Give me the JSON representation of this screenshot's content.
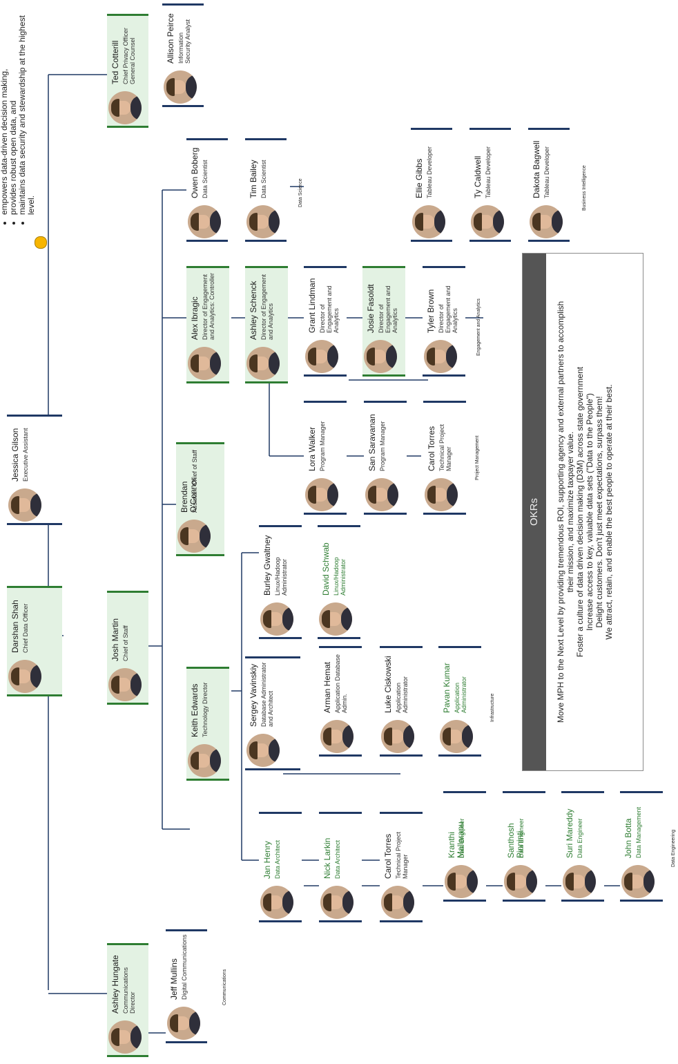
{
  "vision": {
    "bullets": [
      "empowers data-driven decision making,",
      "provides robust open data, and",
      "maintains data security and stewardship at the highest level."
    ]
  },
  "okrs": {
    "heading": "OKRs",
    "lines": [
      "Move MPH to the Next Level by providing tremendous ROI, supporting agency and external partners to accomplish",
      "their mission, and maximize taxpayer value.",
      "Foster a culture of data driven decision making (D3M) across state government",
      "Increase access to key, valuable data sets (\"Data to the People\")",
      "Delight customers. Don't just meet expectations, surpass them!",
      "We attract, retain, and enable the best people to operate at their best."
    ]
  },
  "groups": {
    "data_science": "Data Science",
    "business_intelligence": "Business Intelligence",
    "engagement_analytics": "Engagement and Analytics",
    "project_management": "Project Management",
    "infrastructure": "Infrastructure",
    "data_engineering": "Data Engineering",
    "communications": "Communications"
  },
  "people": {
    "darshan": {
      "name": "Darshan Shah",
      "title": "Chief Data Officer"
    },
    "jessica": {
      "name": "Jessica Gilson",
      "title": "Executive Assistant"
    },
    "ted": {
      "name": "Ted Cotterill",
      "title": "Chief Privacy Officer General Counsel"
    },
    "allison": {
      "name": "Allison Peirce",
      "title": "Information Security Analyst"
    },
    "josh": {
      "name": "Josh Martin",
      "title": "Chief of Staff"
    },
    "ashley_h": {
      "name": "Ashley Hungate",
      "title": "Communications Director"
    },
    "jeff": {
      "name": "Jeff Mullins",
      "title": "Digital Communications"
    },
    "owen": {
      "name": "Owen Boberg",
      "title": "Data Scientist"
    },
    "tim": {
      "name": "Tim Bailey",
      "title": "Data Scientist"
    },
    "alex": {
      "name": "Alex Ibragic",
      "title": "Director of Engagement and Analytics: Controller"
    },
    "ashley_s": {
      "name": "Ashley Schenck",
      "title": "Director of Engagement and Analytics"
    },
    "grant": {
      "name": "Grant Lindman",
      "title": "Director of Engagement and Analytics"
    },
    "josie": {
      "name": "Josie Fasoldt",
      "title": "Director of Engagement and Analytics"
    },
    "tyler": {
      "name": "Tyler Brown",
      "title": "Director of Engagement and Analytics"
    },
    "ellie": {
      "name": "Ellie Gibbs",
      "title": "Tableau Developer"
    },
    "ty": {
      "name": "Ty Caldwell",
      "title": "Tableau Developer"
    },
    "dakota": {
      "name": "Dakota Bagwell",
      "title": "Tableau Developer"
    },
    "brendan": {
      "name": "Brendan O'Connor",
      "title": "Assistant Chief of Staff"
    },
    "lora": {
      "name": "Lora Walker",
      "title": "Program Manager"
    },
    "san": {
      "name": "San Saravanan",
      "title": "Program Manager"
    },
    "carol_pm": {
      "name": "Carol Torres",
      "title": "Technical Project Manager"
    },
    "keith": {
      "name": "Keith Edwards",
      "title": "Technology Director"
    },
    "burley": {
      "name": "Burley Gwaltney",
      "title": "Linux/Hadoop Administrator"
    },
    "david": {
      "name": "David Schwab",
      "title": "Linux/Hadoop Administrator"
    },
    "sergey": {
      "name": "Sergey Vavinskiy",
      "title": "Database Administrator and Architect"
    },
    "arman": {
      "name": "Arman Hemat",
      "title": "Application Database Admin."
    },
    "luke": {
      "name": "Luke Ciskowski",
      "title": "Application Administrator"
    },
    "pavan": {
      "name": "Pavan Kumar",
      "title": "Application Administrator"
    },
    "jan": {
      "name": "Jan Henry",
      "title": "Data Architect"
    },
    "nick": {
      "name": "Nick Larkin",
      "title": "Data Architect"
    },
    "carol_de": {
      "name": "Carol Torres",
      "title": "Technical Project Manager"
    },
    "kranthi": {
      "name": "Kranthi Mallarapu",
      "title": "Data Engineer"
    },
    "santhosh": {
      "name": "Santhosh Pinninti",
      "title": "Data Engineer"
    },
    "suri": {
      "name": "Suri Mareddy",
      "title": "Data Engineer"
    },
    "john": {
      "name": "John Botta",
      "title": "Data Management"
    }
  }
}
